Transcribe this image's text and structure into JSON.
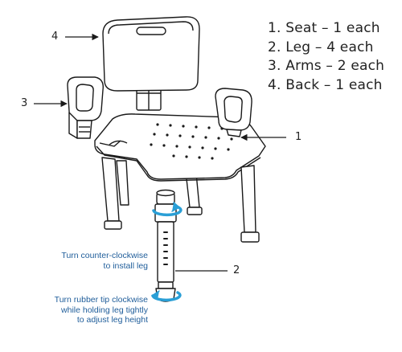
{
  "parts_list": [
    {
      "number": "1.",
      "name": "Seat",
      "qty": "1 each"
    },
    {
      "number": "2.",
      "name": "Leg",
      "qty": "4 each"
    },
    {
      "number": "3.",
      "name": "Arms",
      "qty": "2 each"
    },
    {
      "number": "4.",
      "name": "Back",
      "qty": "1 each"
    }
  ],
  "callouts": {
    "seat": "1",
    "leg": "2",
    "arms": "3",
    "back": "4"
  },
  "instructions": {
    "install_leg": [
      "Turn counter-clockwise",
      "to install leg"
    ],
    "adjust_height": [
      "Turn rubber tip clockwise",
      "while holding leg tightly",
      "to adjust leg height"
    ]
  },
  "colors": {
    "line": "#1a1a1a",
    "rotation_arrow": "#2a9fd6",
    "instruction_text": "#1f5d9a"
  }
}
